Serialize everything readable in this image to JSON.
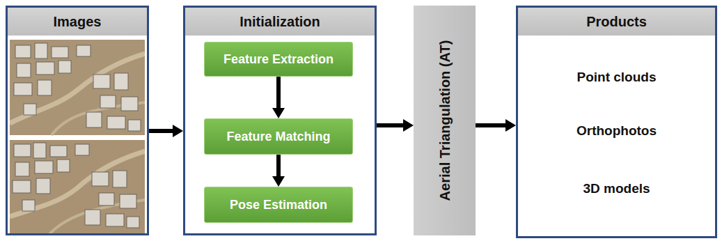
{
  "diagram": {
    "nodes": [
      {
        "text": [
          "Images"
        ]
      },
      {
        "text": [
          "Initialization"
        ]
      },
      {
        "text": [
          "Feature Extraction"
        ],
        "in": 1
      },
      {
        "text": [
          "Feature Matching"
        ],
        "in": 1
      },
      {
        "text": [
          "Pose Estimation"
        ],
        "in": 1
      },
      {
        "text": [
          "Aerial Triangulation (AT)"
        ]
      },
      {
        "text": [
          "Products",
          "Point clouds",
          "Orthophotos",
          "3D models"
        ]
      }
    ],
    "edges": [
      {
        "from": 0,
        "to": 1,
        "arrow": "to"
      },
      {
        "from": 2,
        "to": 3,
        "arrow": "to"
      },
      {
        "from": 3,
        "to": 4,
        "arrow": "to"
      },
      {
        "from": 1,
        "to": 5,
        "arrow": "to"
      },
      {
        "from": 5,
        "to": 6,
        "arrow": "to"
      }
    ]
  }
}
